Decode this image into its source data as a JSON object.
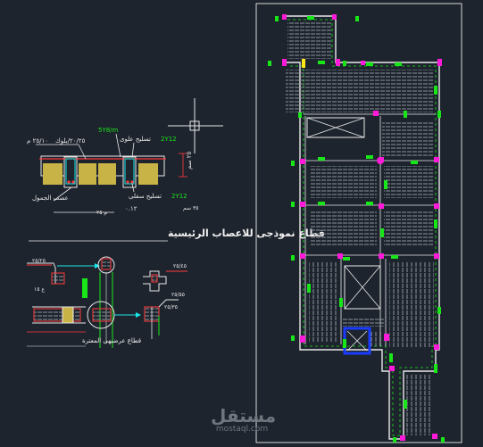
{
  "drawing": {
    "main_section_title": "قطاع نموذجى للاعصاب الرئيسية",
    "detail_section_title": "قطاع عرضيهى المعترة",
    "labels": {
      "rib_top_left": "٢٥/١٠ م",
      "block": "٢٠/٢٥/بلوك",
      "top_rft": "تسليح علوى",
      "rft_5y8": "5Y8/m",
      "rft_2y12_top": "2Y12",
      "rft_2y12_bottom": "2Y12",
      "bottom_rft": "تسليح سفلى",
      "rib_height": "٢٥ سم",
      "rib_width": "٠.١٢",
      "joist": "عصب الجمول",
      "dim_left": "م ٢٥",
      "dim_right": "٣٥ سم",
      "detail_a": "٢٥/٢٥",
      "detail_b": "٢٥/٤٥",
      "detail_c": "٢٥/٥٥",
      "detail_d": "٢٥/٣٥",
      "detail_e": "ع ١٥"
    },
    "colors": {
      "background": "#1e242e",
      "outline": "#e8e8e8",
      "steel": "#ff3b3b",
      "column_magenta": "#ff1ad9",
      "column_green": "#19e619",
      "hatch": "#8a8f96",
      "concrete_fill": "#c8b347",
      "void_blue": "#1a3cff"
    }
  },
  "watermark": {
    "logo_text": "مستقل",
    "site": "mostaql.com"
  }
}
